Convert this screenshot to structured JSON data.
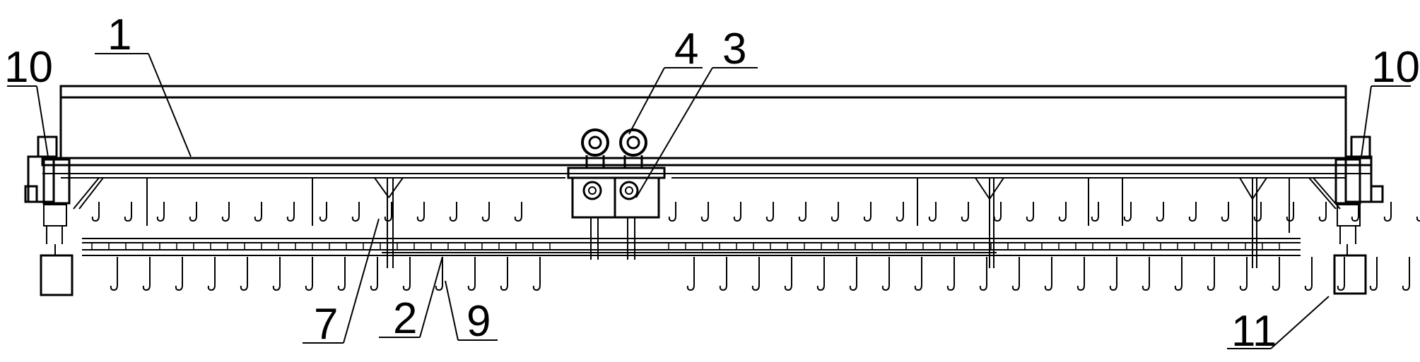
{
  "figure": {
    "labels": {
      "l1": "1",
      "l2": "2",
      "l3": "3",
      "l4": "4",
      "l7": "7",
      "l9": "9",
      "l10_left": "10",
      "l10_right": "10",
      "l11": "11"
    }
  }
}
